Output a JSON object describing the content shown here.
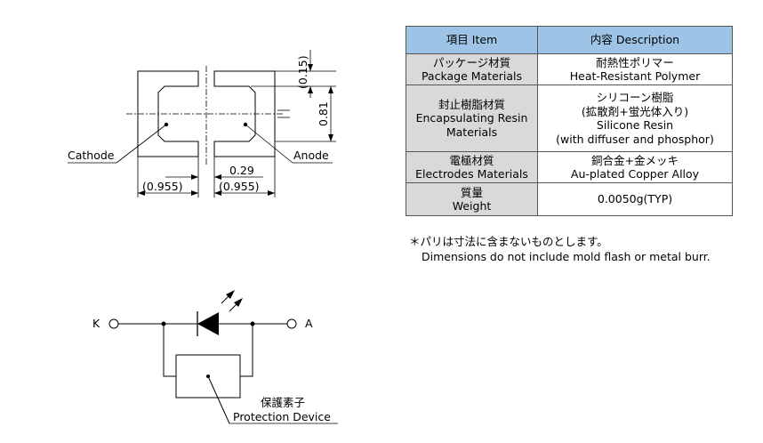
{
  "dimensions": {
    "top_offset": "(0.15)",
    "height": "0.81",
    "gap": "0.29",
    "left_width": "(0.955)",
    "right_width": "(0.955)"
  },
  "labels": {
    "cathode": "Cathode",
    "anode": "Anode"
  },
  "table": {
    "header": {
      "item": "項目 Item",
      "description": "内容 Description"
    },
    "rows": [
      {
        "item": [
          "パッケージ材質",
          "Package Materials"
        ],
        "description": [
          "耐熱性ポリマー",
          "Heat-Resistant Polymer"
        ]
      },
      {
        "item": [
          "封止樹脂材質",
          "Encapsulating Resin",
          "Materials"
        ],
        "description": [
          "シリコーン樹脂",
          "(拡散剤+蛍光体入り)",
          "Silicone Resin",
          "(with diffuser and phosphor)"
        ]
      },
      {
        "item": [
          "電極材質",
          "Electrodes Materials"
        ],
        "description": [
          "銅合金+金メッキ",
          "Au-plated Copper Alloy"
        ]
      },
      {
        "item": [
          "質量",
          "Weight"
        ],
        "description": [
          "0.0050g(TYP)"
        ]
      }
    ]
  },
  "note": {
    "line1": "＊パリは寸法に含まないものとします。",
    "line2": "Dimensions do not include mold flash or metal burr."
  },
  "circuit": {
    "terminal_k": "K",
    "terminal_a": "A",
    "protection_jp": "保護素子",
    "protection_en": "Protection Device"
  }
}
